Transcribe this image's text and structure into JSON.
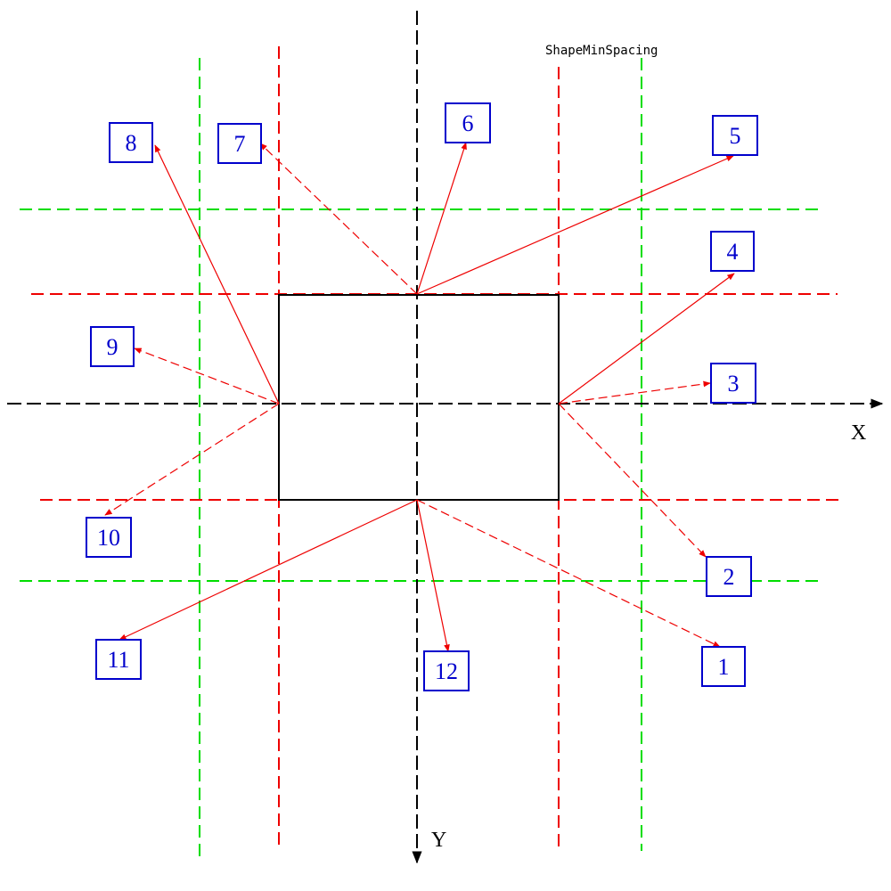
{
  "title": "ShapeMinSpacing",
  "axes": {
    "x_label": "X",
    "y_label": "Y"
  },
  "colors": {
    "axis": "#000000",
    "shape": "#000000",
    "red_guides": "#ee0000",
    "green_guides": "#00dd00",
    "arrows": "#ee0000",
    "label_box": "#0000cc",
    "label_text": "#0000cc"
  },
  "labels": [
    "1",
    "2",
    "3",
    "4",
    "5",
    "6",
    "7",
    "8",
    "9",
    "10",
    "11",
    "12"
  ],
  "arrows": [
    {
      "label": "1",
      "origin": "bottom-center",
      "style": "dashed"
    },
    {
      "label": "2",
      "origin": "right-center",
      "style": "dashed"
    },
    {
      "label": "3",
      "origin": "right-center",
      "style": "dashed"
    },
    {
      "label": "4",
      "origin": "right-center",
      "style": "solid"
    },
    {
      "label": "5",
      "origin": "top-center",
      "style": "solid"
    },
    {
      "label": "6",
      "origin": "top-center",
      "style": "solid"
    },
    {
      "label": "7",
      "origin": "top-center",
      "style": "dashed"
    },
    {
      "label": "8",
      "origin": "left-center",
      "style": "solid"
    },
    {
      "label": "9",
      "origin": "left-center",
      "style": "dashed"
    },
    {
      "label": "10",
      "origin": "left-center",
      "style": "dashed"
    },
    {
      "label": "11",
      "origin": "bottom-center",
      "style": "solid"
    },
    {
      "label": "12",
      "origin": "bottom-center",
      "style": "solid"
    }
  ]
}
